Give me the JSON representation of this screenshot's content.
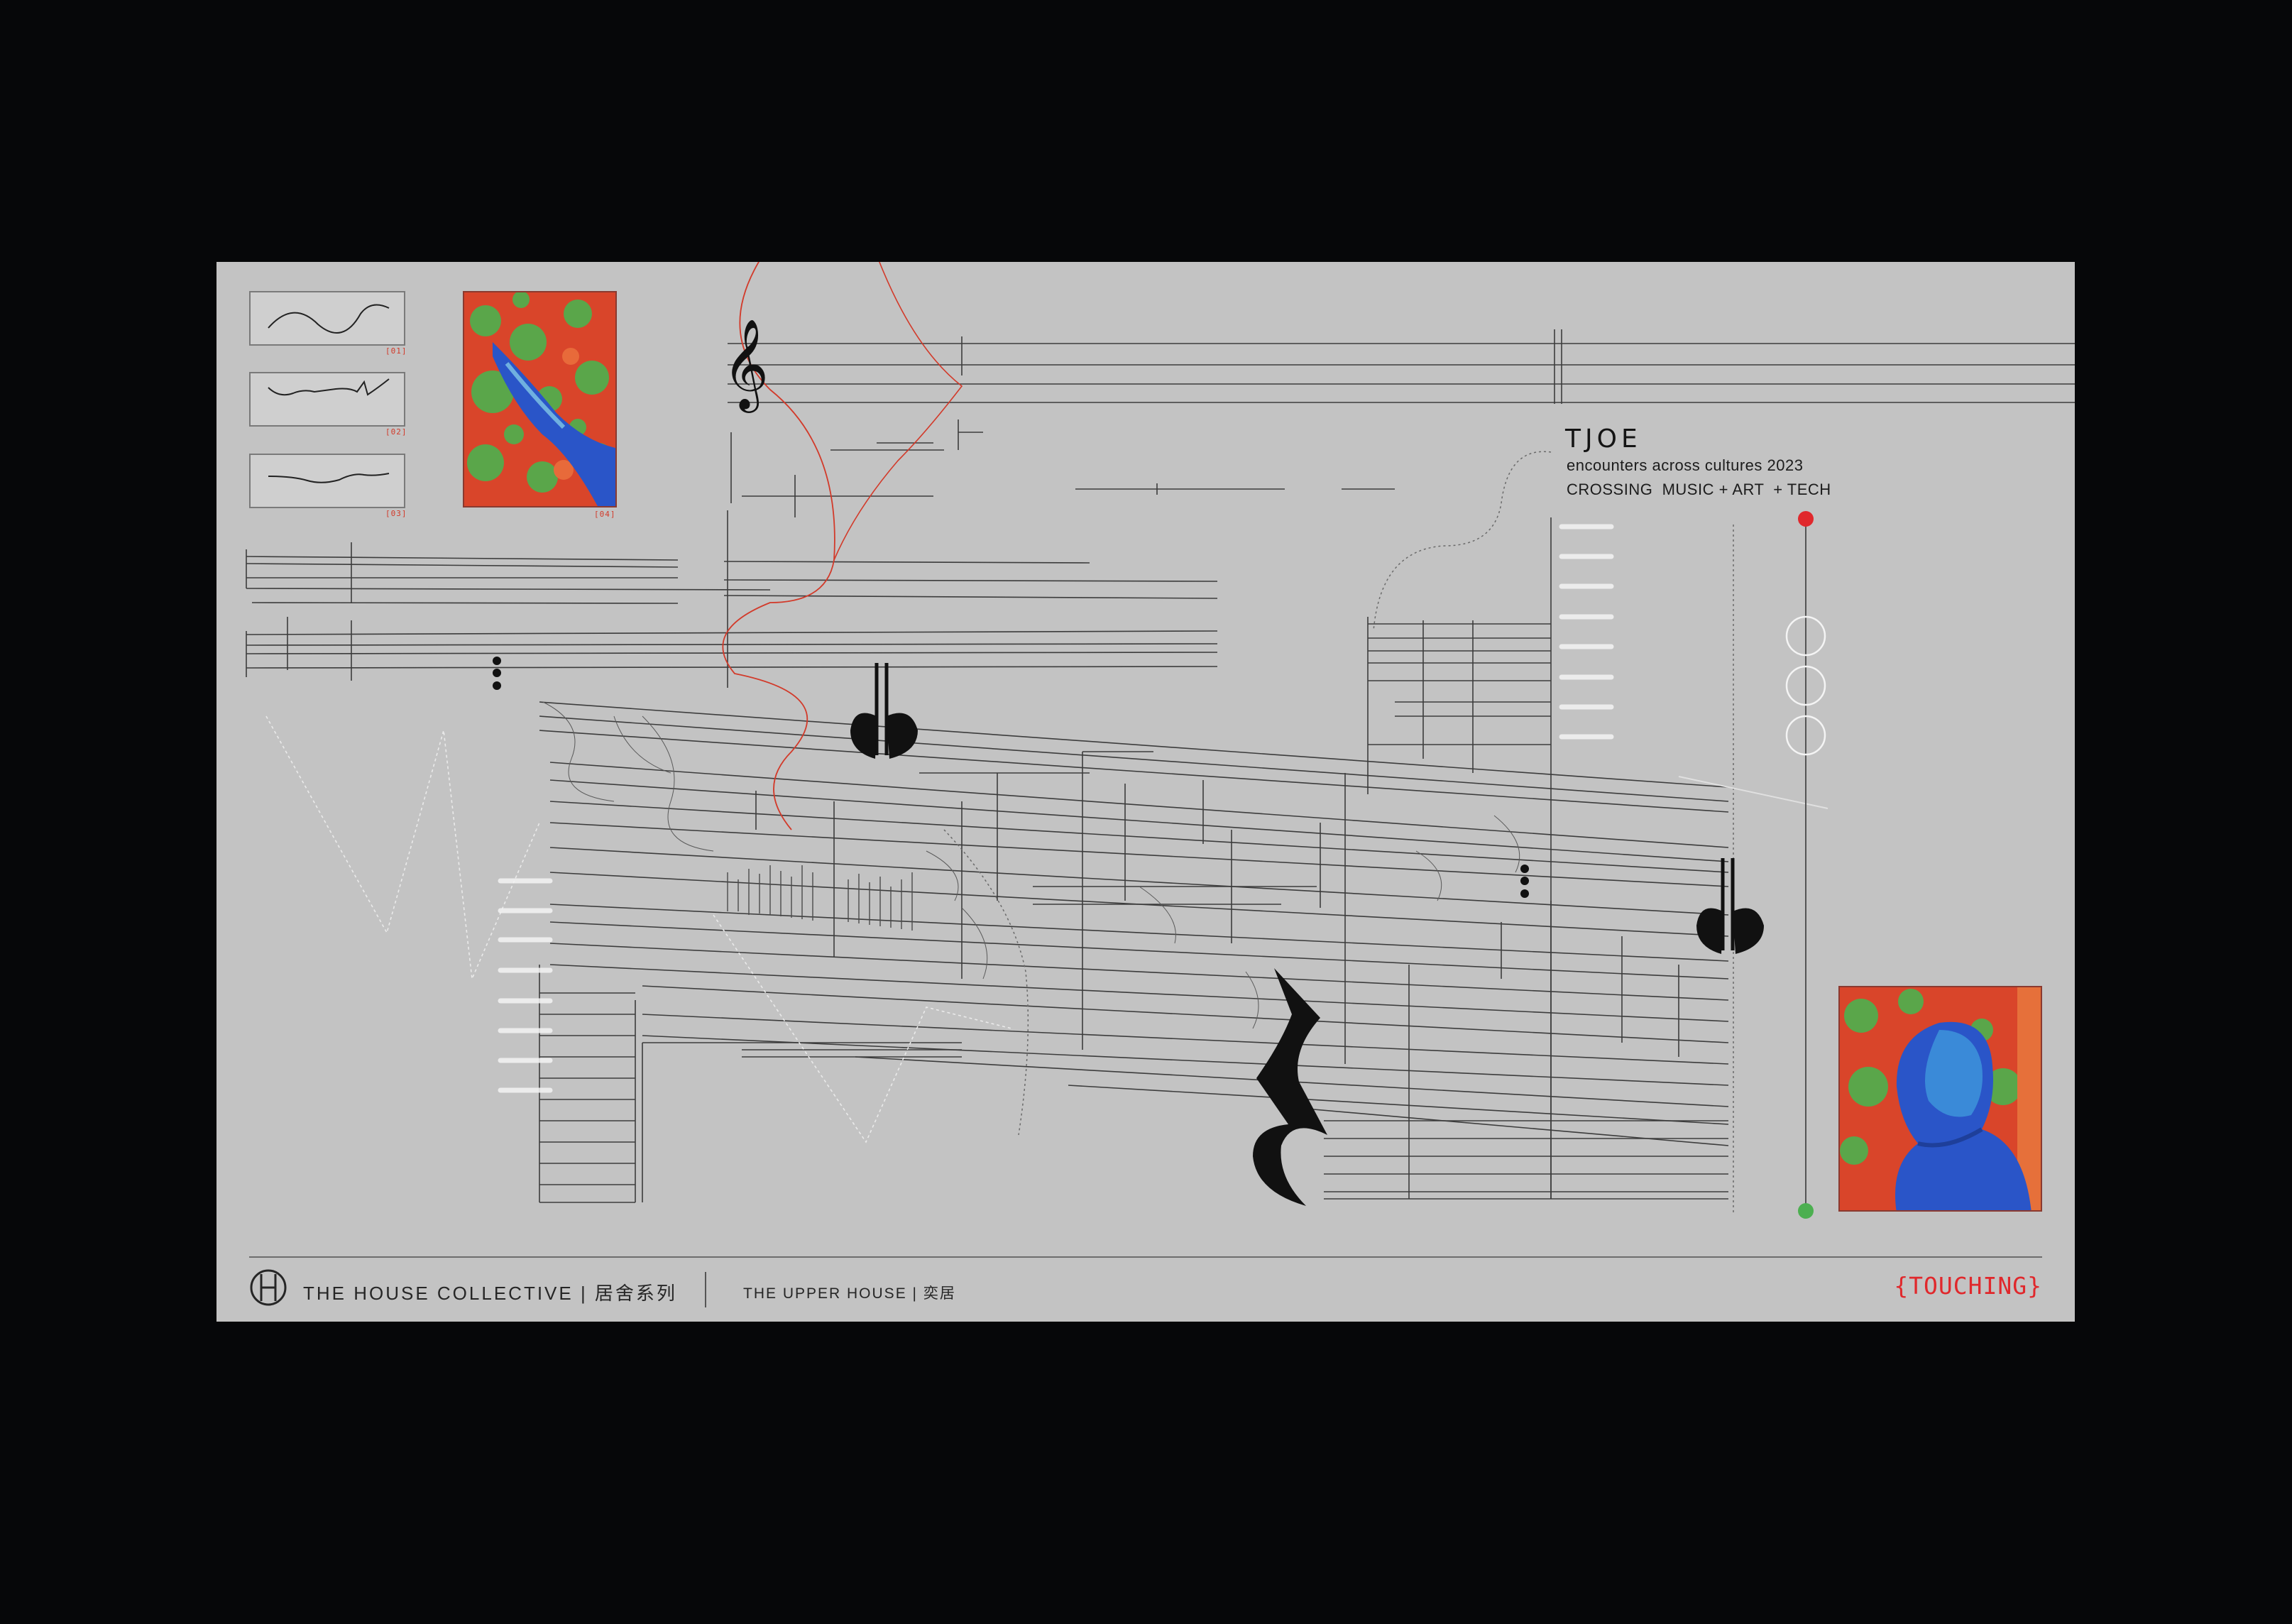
{
  "header": {
    "title": "TJOE",
    "subtitle": "encounters across cultures 2023",
    "tagline": "CROSSING  MUSIC + ART  + TECH"
  },
  "panels": {
    "labels": [
      "[01]",
      "[02]",
      "[03]",
      "[04]"
    ]
  },
  "footer": {
    "brand": "THE HOUSE COLLECTIVE | 居舍系列",
    "hotel": "THE UPPER HOUSE | 奕居",
    "tag": "{TOUCHING}"
  },
  "colors": {
    "background": "#060709",
    "poster": "#c3c3c3",
    "accent_red": "#e0282c",
    "accent_green": "#4caf50",
    "thermal_red": "#e14a2a",
    "thermal_green": "#5aa64a",
    "thermal_blue": "#2a55c8"
  },
  "icons": [
    "treble-clef-icon",
    "flat-note-icon",
    "rest-icon",
    "house-logo-icon",
    "dots-icon"
  ]
}
